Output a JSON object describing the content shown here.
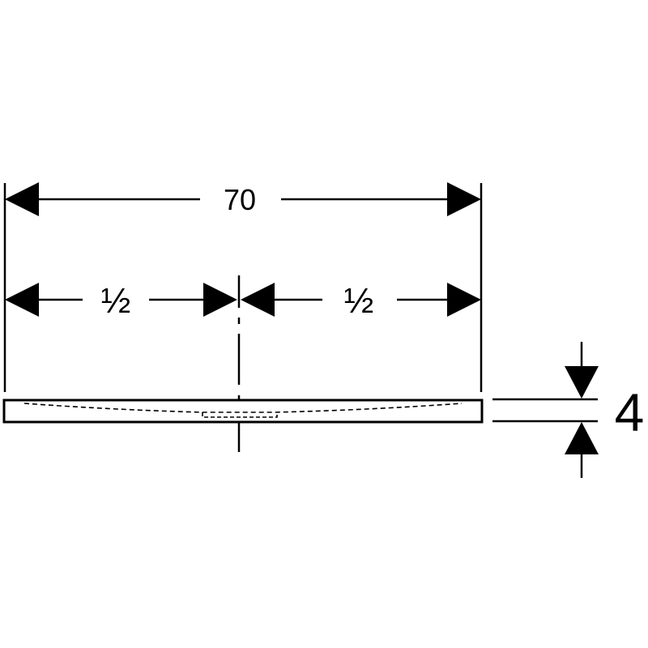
{
  "drawing": {
    "overall_width_label": "70",
    "left_half_label": "½",
    "right_half_label": "½",
    "thickness_label": "4"
  },
  "colors": {
    "line": "#000000",
    "background": "#ffffff"
  }
}
